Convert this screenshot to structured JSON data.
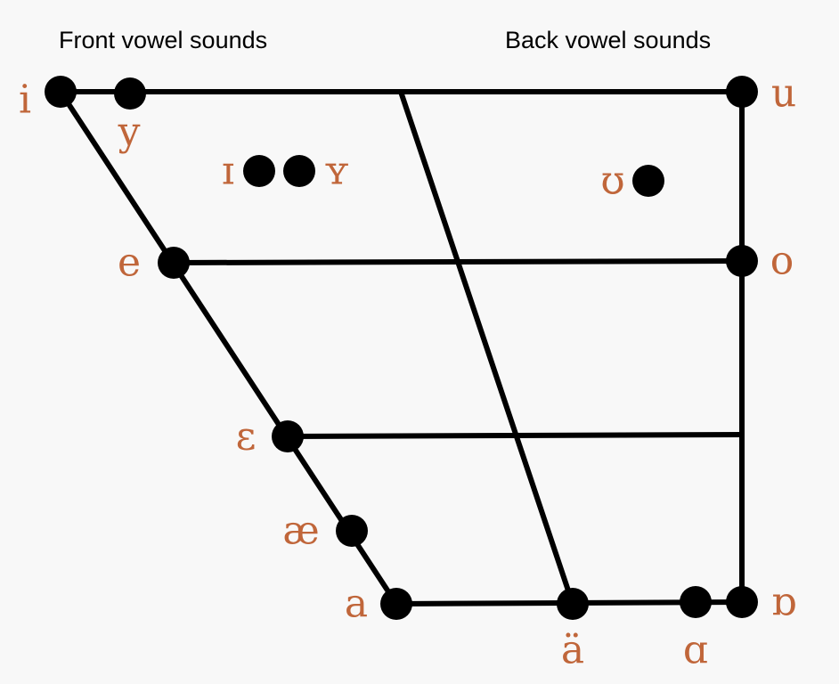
{
  "headers": {
    "front": "Front vowel sounds",
    "back": "Back vowel sounds"
  },
  "colors": {
    "label": "#c0663a",
    "line": "#000000",
    "background": "#f8f8f8"
  },
  "vowels": [
    {
      "id": "i",
      "symbol": "i"
    },
    {
      "id": "y",
      "symbol": "y"
    },
    {
      "id": "u",
      "symbol": "u"
    },
    {
      "id": "small-i",
      "symbol": "ɪ"
    },
    {
      "id": "small-y",
      "symbol": "ʏ"
    },
    {
      "id": "upsilon",
      "symbol": "ʊ"
    },
    {
      "id": "e",
      "symbol": "e"
    },
    {
      "id": "o",
      "symbol": "o"
    },
    {
      "id": "epsilon",
      "symbol": "ɛ"
    },
    {
      "id": "ash",
      "symbol": "æ"
    },
    {
      "id": "a",
      "symbol": "a"
    },
    {
      "id": "a-umlaut",
      "symbol": "ä"
    },
    {
      "id": "alpha",
      "symbol": "ɑ"
    },
    {
      "id": "turned-alpha",
      "symbol": "ɒ"
    }
  ]
}
